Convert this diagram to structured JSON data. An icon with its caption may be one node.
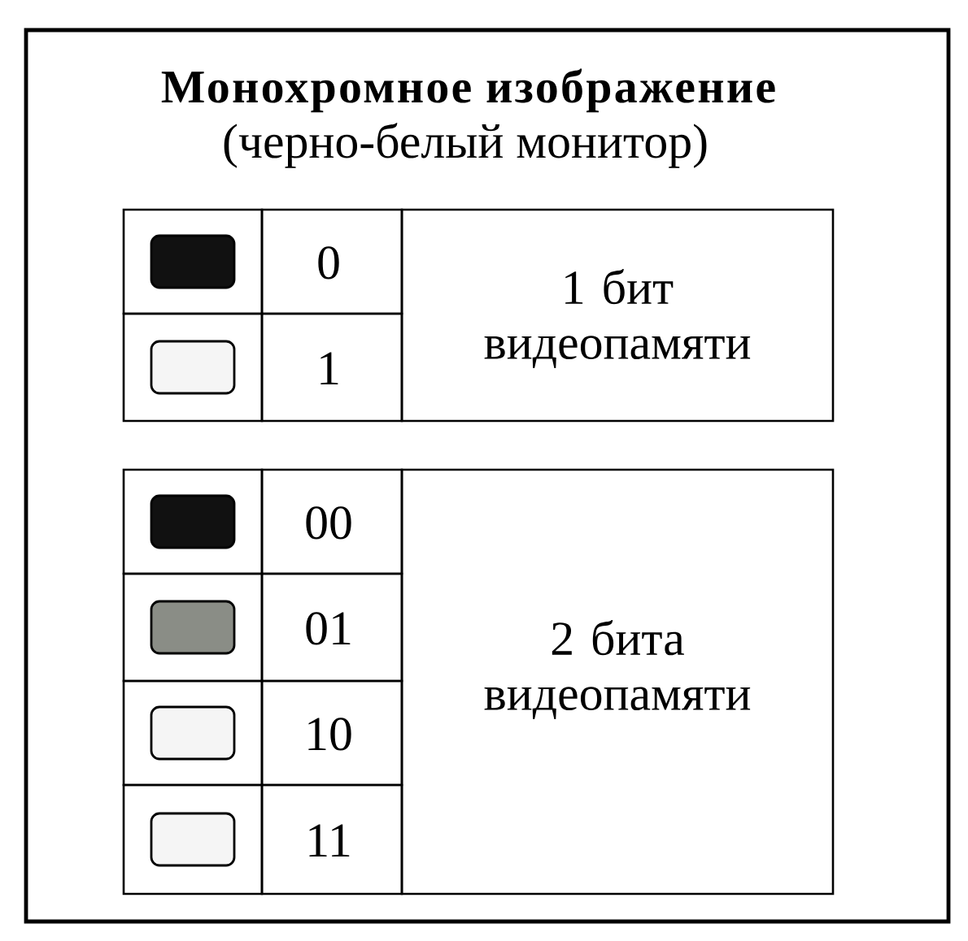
{
  "diagram": {
    "title": "Монохромное изображение",
    "labels": [
      "(черно-белый монитор)",
      "1 бит видеопамяти",
      "2 бита видеопамяти"
    ],
    "legend": [
      {
        "text": "0",
        "color": "#111111"
      },
      {
        "text": "1",
        "color": "#f5f5f5"
      },
      {
        "text": "00",
        "color": "#111111"
      },
      {
        "text": "01",
        "color": "#8a8d86"
      },
      {
        "text": "10",
        "color": "#f5f5f5"
      },
      {
        "text": "11",
        "color": "#f5f5f5"
      }
    ]
  }
}
